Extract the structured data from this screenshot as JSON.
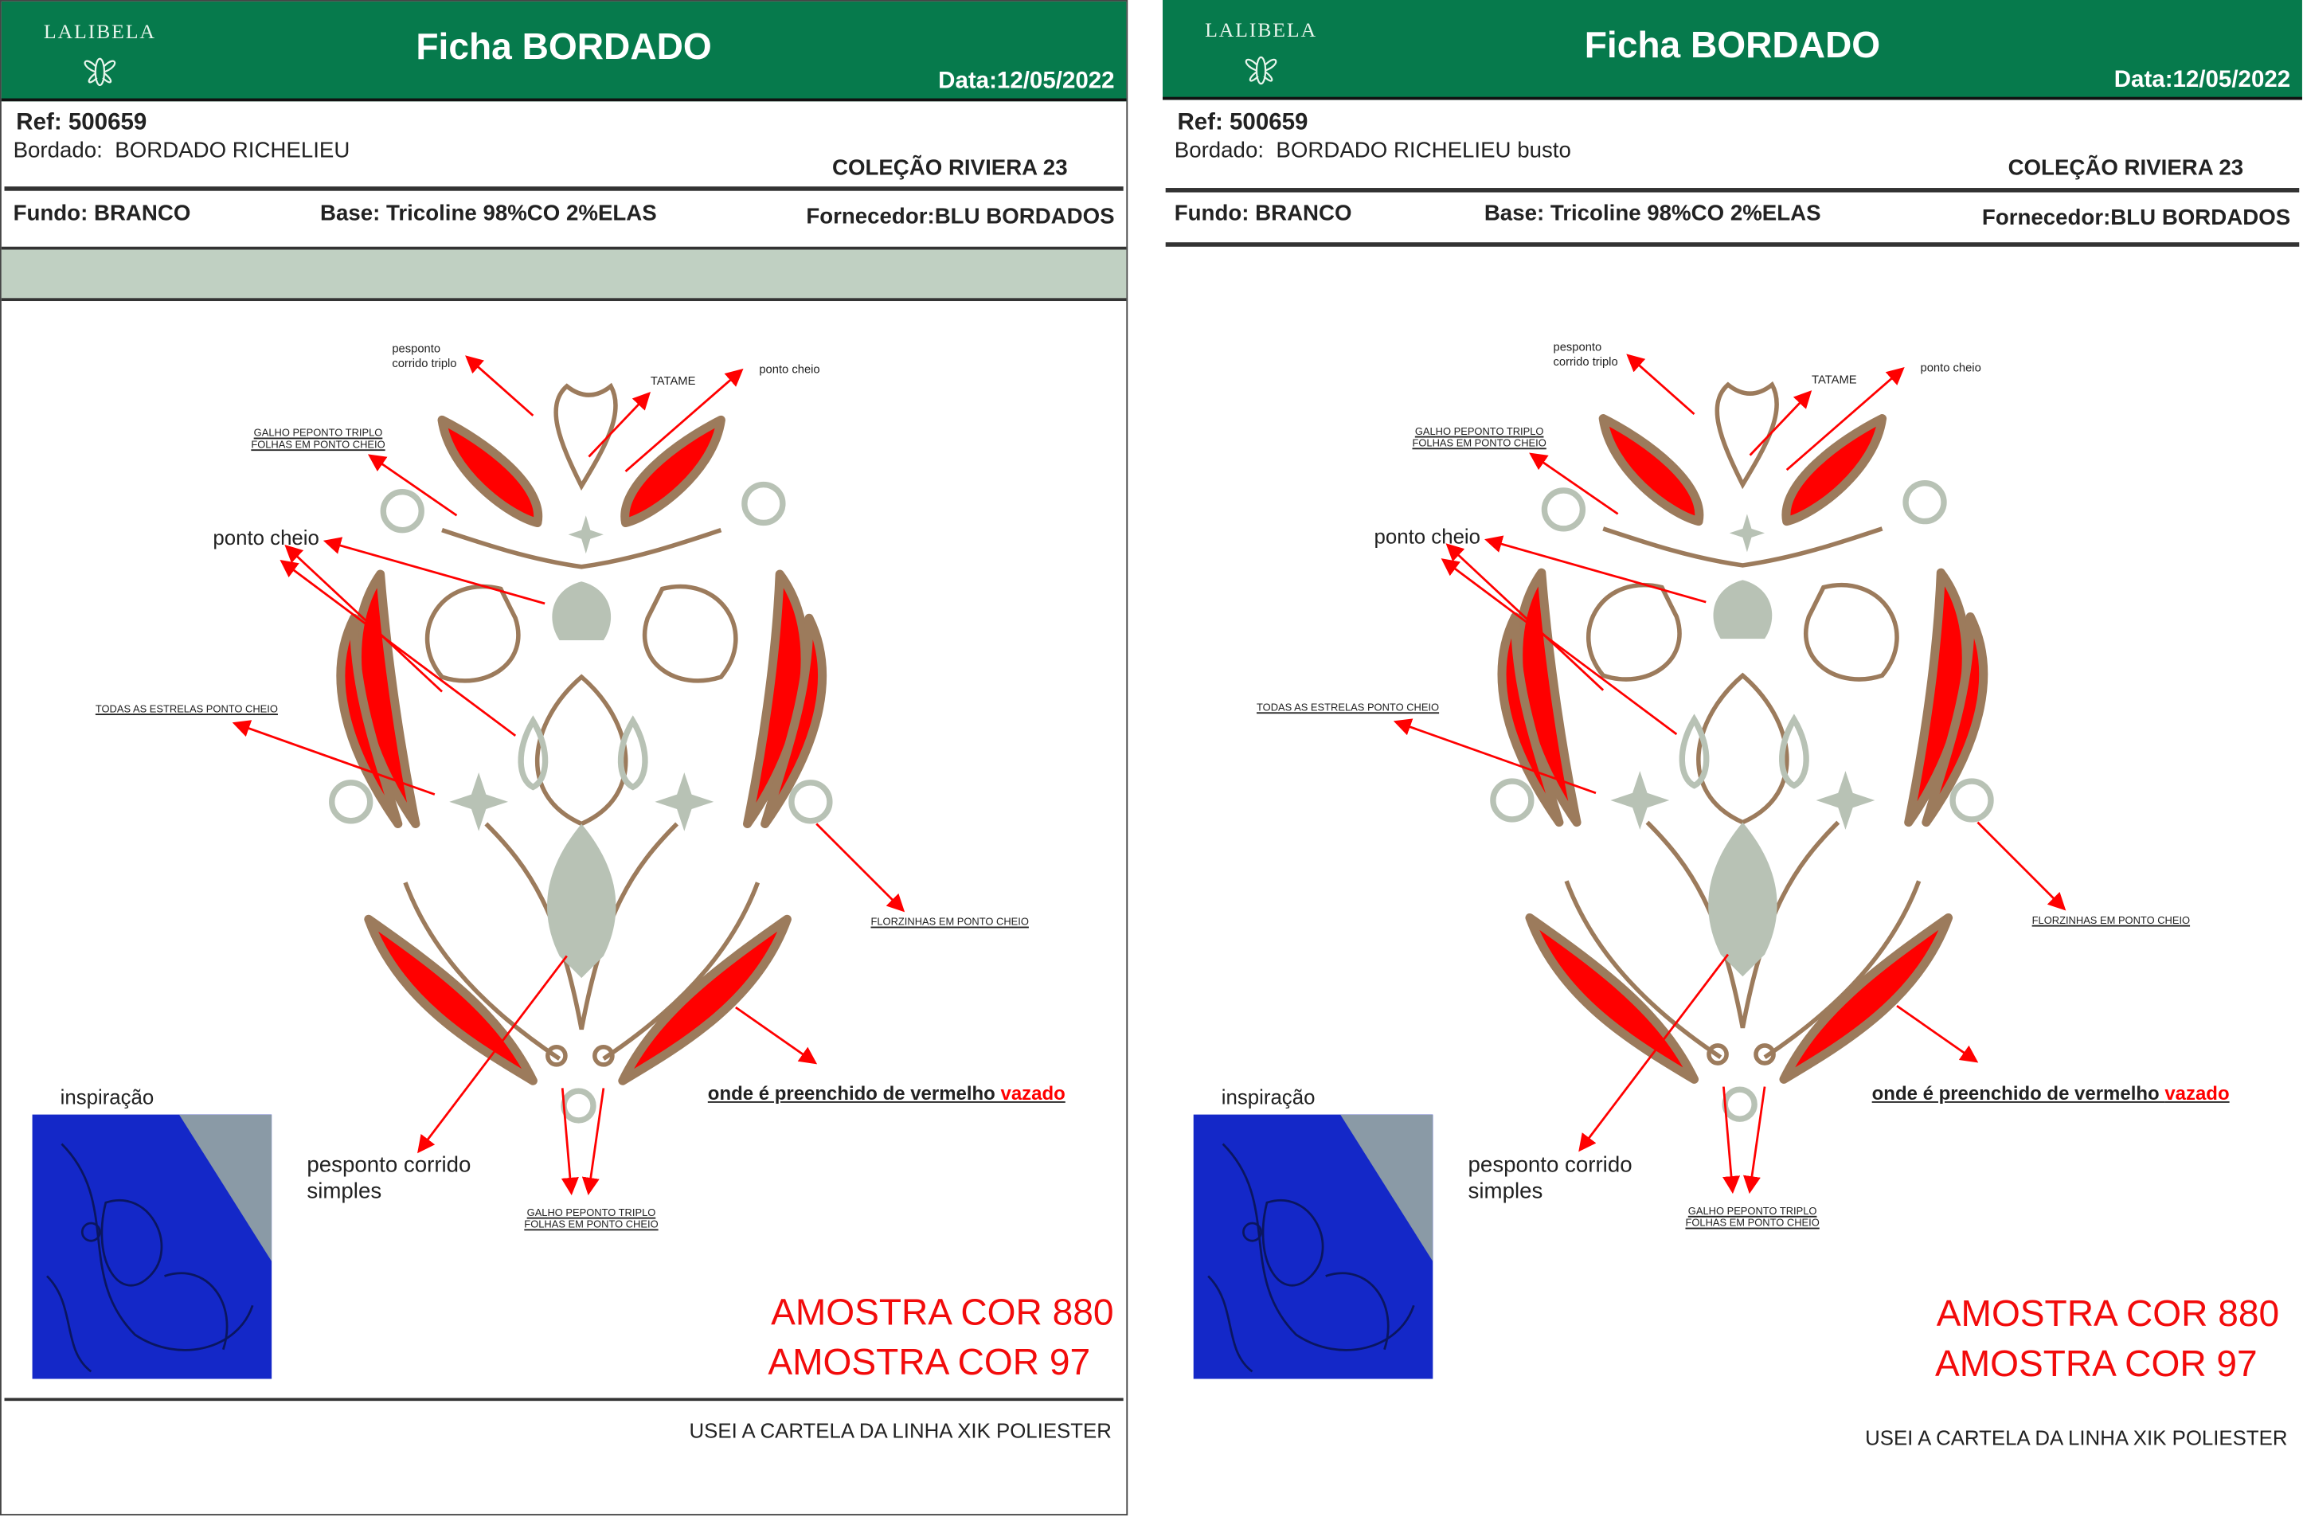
{
  "panels": [
    {
      "logo": "LALIBELA",
      "title": "Ficha BORDADO",
      "date": "Data:12/05/2022",
      "ref": "Ref: 500659",
      "bordado_label": "Bordado:",
      "bordado": "BORDADO RICHELIEU",
      "colecao": "COLEÇÃO RIVIERA 23",
      "fundo": "Fundo: BRANCO",
      "base": "Base: Tricoline 98%CO 2%ELAS",
      "fornecedor": "Fornecedor:BLU BORDADOS",
      "labels": {
        "pesponto_triplo_1": "pesponto",
        "pesponto_triplo_2": "corrido triplo",
        "tatame": "TATAME",
        "ponto_cheio_top": "ponto cheio",
        "galho_top_1": "GALHO PEPONTO TRIPLO",
        "galho_top_2": "FOLHAS EM PONTO CHEIO",
        "ponto_cheio_big": "ponto cheio",
        "estrelas": "TODAS AS ESTRELAS PONTO CHEIO",
        "florzinhas": "FLORZINHAS EM PONTO CHEIO",
        "onde": "onde é preenchido de vermelho ",
        "vazado": "vazado",
        "inspiracao": "inspiração",
        "pesponto_simples_1": "pesponto corrido",
        "pesponto_simples_2": "simples",
        "galho_bottom_1": "GALHO PEPONTO TRIPLO",
        "galho_bottom_2": "FOLHAS EM PONTO CHEIO"
      },
      "amostra_1": "AMOSTRA COR 880",
      "amostra_2": "AMOSTRA COR 97",
      "footer": "USEI A CARTELA DA LINHA XIK POLIESTER"
    },
    {
      "logo": "LALIBELA",
      "title": "Ficha BORDADO",
      "date": "Data:12/05/2022",
      "ref": "Ref: 500659",
      "bordado_label": "Bordado:",
      "bordado": "BORDADO RICHELIEU busto",
      "colecao": "COLEÇÃO RIVIERA 23",
      "fundo": "Fundo: BRANCO",
      "base": "Base: Tricoline 98%CO 2%ELAS",
      "fornecedor": "Fornecedor:BLU BORDADOS",
      "labels": {
        "pesponto_triplo_1": "pesponto",
        "pesponto_triplo_2": "corrido triplo",
        "tatame": "TATAME",
        "ponto_cheio_top": "ponto cheio",
        "galho_top_1": "GALHO PEPONTO TRIPLO",
        "galho_top_2": "FOLHAS EM PONTO CHEIO",
        "ponto_cheio_big": "ponto cheio",
        "estrelas": "TODAS AS ESTRELAS PONTO CHEIO",
        "florzinhas": "FLORZINHAS EM PONTO CHEIO",
        "onde": "onde é preenchido de vermelho ",
        "vazado": "vazado",
        "inspiracao": "inspiração",
        "pesponto_simples_1": "pesponto corrido",
        "pesponto_simples_2": "simples",
        "galho_bottom_1": "GALHO PEPONTO TRIPLO",
        "galho_bottom_2": "FOLHAS EM PONTO CHEIO"
      },
      "amostra_1": "AMOSTRA COR 880",
      "amostra_2": "AMOSTRA COR 97",
      "footer": "USEI A CARTELA DA LINHA XIK POLIESTER"
    }
  ],
  "colors": {
    "header": "#067a4c",
    "band": "#c0d0c2",
    "red": "#ff0000",
    "brown": "#9c7b5c",
    "sage": "#b8c2b5",
    "inspiration": "#1428c8"
  }
}
